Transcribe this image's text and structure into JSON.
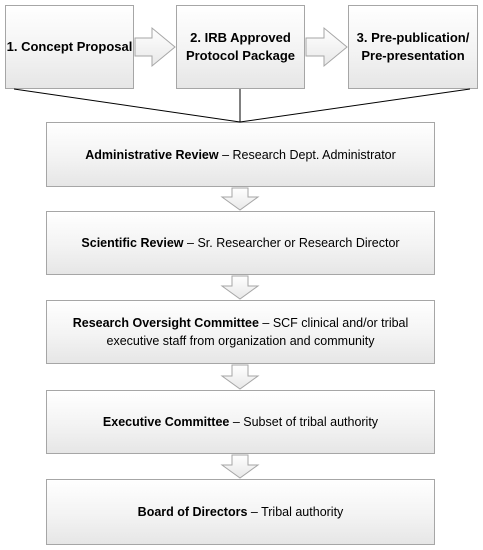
{
  "top_steps": [
    {
      "label": "1. Concept Proposal"
    },
    {
      "label": "2. IRB Approved Protocol Package"
    },
    {
      "label": "3. Pre-publication/ Pre-presentation"
    }
  ],
  "stages": [
    {
      "title": "Administrative Review",
      "sep": " – ",
      "desc": "Research Dept. Administrator"
    },
    {
      "title": "Scientific Review",
      "sep": " –  ",
      "desc": "Sr. Researcher or Research Director"
    },
    {
      "title": "Research Oversight Committee",
      "sep": " – ",
      "desc": "SCF clinical and/or tribal executive staff from organization and community"
    },
    {
      "title": "Executive Committee",
      "sep": " – ",
      "desc": "Subset of tribal authority"
    },
    {
      "title": "Board of Directors",
      "sep": " – ",
      "desc": "Tribal authority"
    }
  ]
}
